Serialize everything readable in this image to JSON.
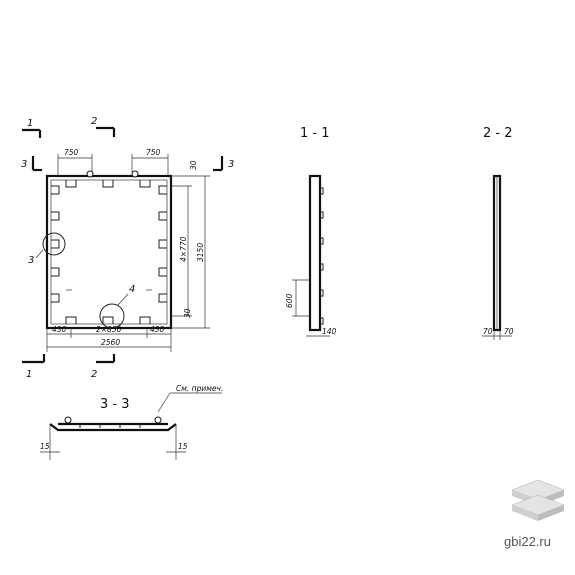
{
  "main_view": {
    "cut_1": "1",
    "cut_2": "2",
    "cut_3": "3",
    "dim_top_left": "750",
    "dim_top_right": "750",
    "dim_top_gap": "30",
    "dim_vertical_pitch": "4×770",
    "dim_height": "3150",
    "dim_bottom_gap": "30",
    "dim_left_edge": "430",
    "dim_middle": "2×850",
    "dim_right_edge": "430",
    "dim_width": "2560",
    "callout_3": "3",
    "callout_4": "4"
  },
  "section_1_1": {
    "title": "1 - 1",
    "dim_height": "600",
    "dim_thickness": "140"
  },
  "section_2_2": {
    "title": "2 - 2",
    "dim_left": "70",
    "dim_right": "70"
  },
  "section_3_3": {
    "title": "3 - 3",
    "note": "См. примеч.",
    "dim_left": "15",
    "dim_right": "15"
  },
  "watermark": {
    "text": "gbi22.ru"
  }
}
